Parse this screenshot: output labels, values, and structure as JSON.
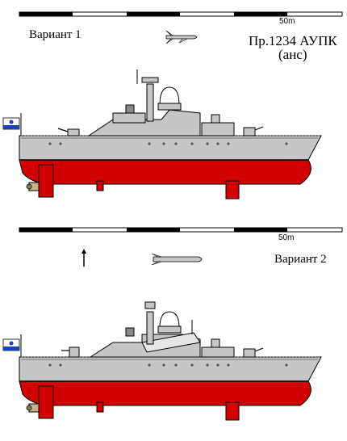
{
  "title_line1": "Пр.1234 АУПК",
  "title_line2": "(анс)",
  "variant1_label": "Вариант 1",
  "variant2_label": "Вариант 2",
  "scale_label_1": "50m",
  "scale_label_2": "50m",
  "colors": {
    "hull_gray": "#c6c6c6",
    "hull_red": "#d20000",
    "outline": "#000000",
    "deck_dark": "#8a8a8a",
    "flag_blue": "#1c3fb4"
  }
}
